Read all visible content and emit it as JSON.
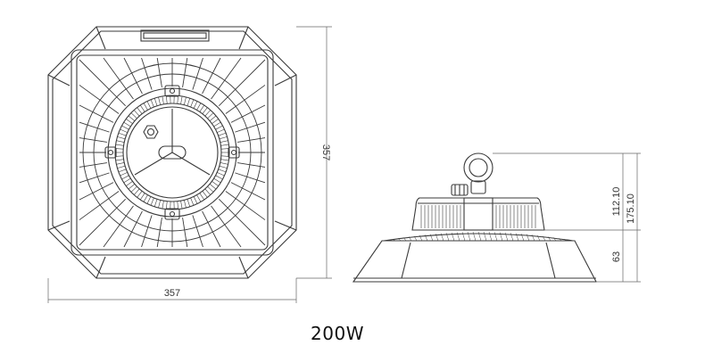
{
  "dimensions": {
    "top_width": "357",
    "top_height": "357",
    "side_body_height": "112.10",
    "side_total_height": "175.10",
    "side_shade_height": "63"
  },
  "caption": "200W",
  "colors": {
    "line": "#3a3a3a",
    "dim_line": "#666666",
    "background": "#ffffff"
  }
}
